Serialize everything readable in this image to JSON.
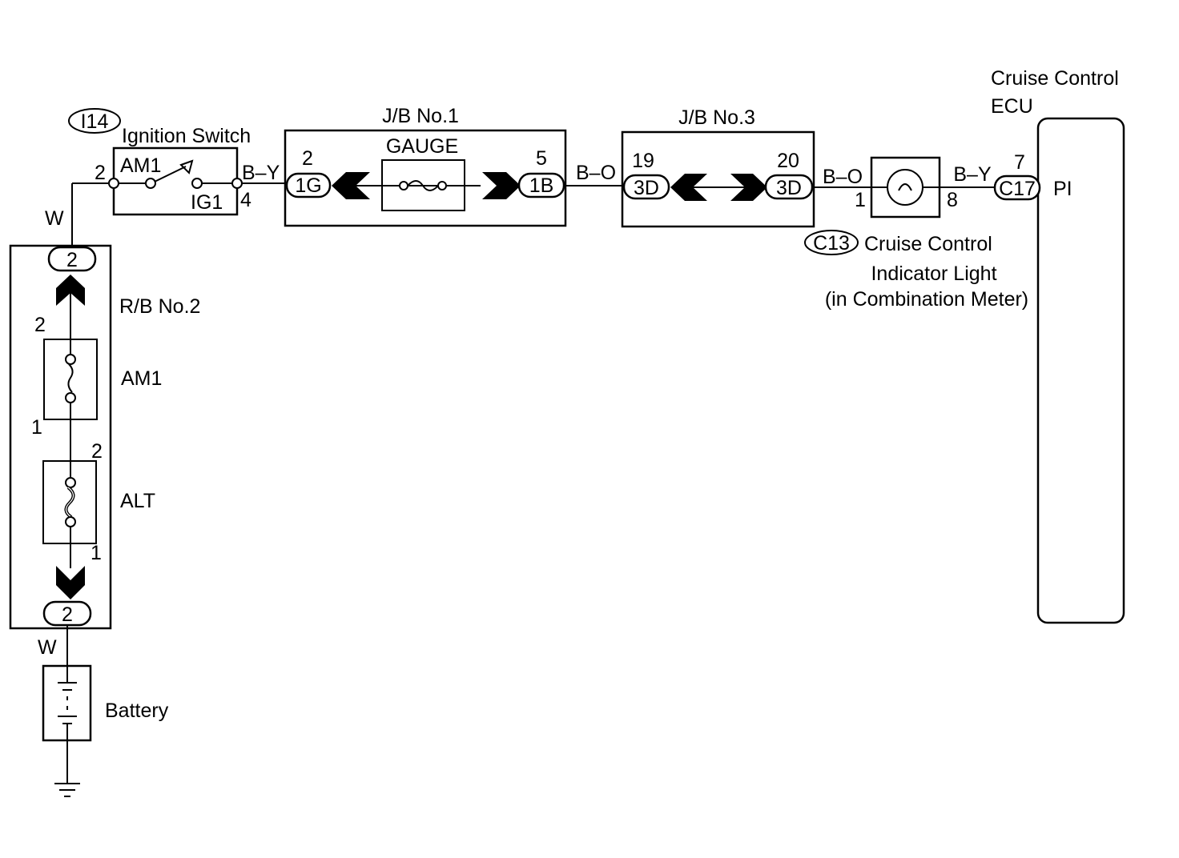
{
  "components": {
    "ignition_switch": {
      "code": "I14",
      "name": "Ignition Switch",
      "contact_in": "AM1",
      "contact_out": "IG1",
      "pin_in": "2",
      "pin_out": "4"
    },
    "jb1": {
      "name": "J/B No.1",
      "fuse": "GAUGE",
      "left_pin": "2",
      "left_conn": "1G",
      "right_pin": "5",
      "right_conn": "1B"
    },
    "jb3": {
      "name": "J/B No.3",
      "left_pin": "19",
      "left_conn": "3D",
      "right_pin": "20",
      "right_conn": "3D"
    },
    "indicator": {
      "code": "C13",
      "line1": "Cruise Control",
      "line2": "Indicator Light",
      "line3": "(in Combination Meter)",
      "pin_in": "1",
      "pin_out": "8"
    },
    "ecu": {
      "line1": "Cruise Control",
      "line2": "ECU",
      "pin": "7",
      "conn": "C17",
      "terminal": "PI"
    },
    "rb2": {
      "name": "R/B No.2",
      "top_conn": "2",
      "bottom_conn": "2",
      "fuse1": "AM1",
      "fuse1_top_pin": "2",
      "fuse1_bottom_pin": "1",
      "fuse2": "ALT",
      "fuse2_top_pin": "2",
      "fuse2_bottom_pin": "1"
    },
    "battery": {
      "name": "Battery"
    }
  },
  "wires": {
    "w_top": "W",
    "w_bottom": "W",
    "by_1": "B–Y",
    "bo_1": "B–O",
    "bo_2": "B–O",
    "by_2": "B–Y"
  }
}
